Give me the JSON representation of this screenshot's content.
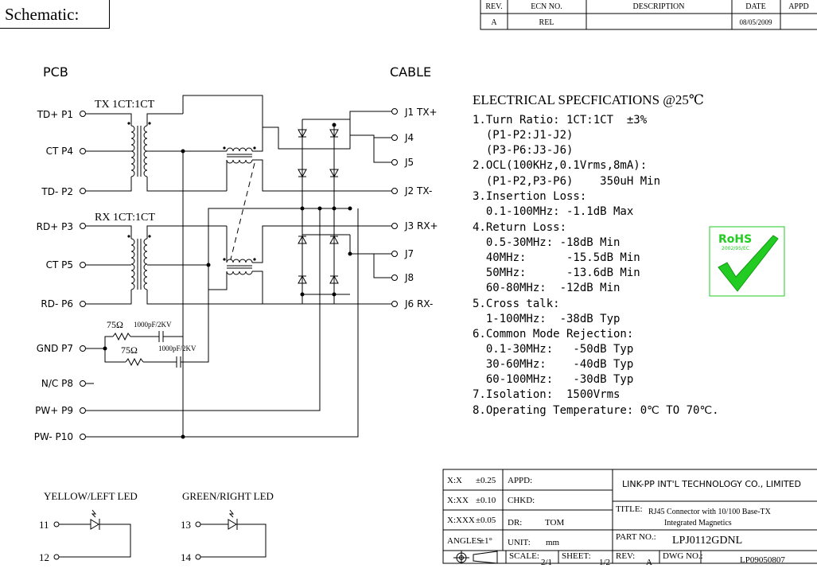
{
  "page_title": "Schematic:",
  "revision_table": {
    "headers": [
      "REV.",
      "ECN NO.",
      "DESCRIPTION",
      "DATE",
      "APPD"
    ],
    "rows": [
      [
        "A",
        "REL",
        "",
        "08/05/2009",
        ""
      ]
    ]
  },
  "schematic": {
    "side_left": "PCB",
    "side_right": "CABLE",
    "tx_label": "TX 1CT:1CT",
    "rx_label": "RX 1CT:1CT",
    "left_pins": [
      "TD+ P1",
      "CT P4",
      "TD- P2",
      "RD+ P3",
      "CT P5",
      "RD- P6",
      "GND P7",
      "N/C P8",
      "PW+ P9",
      "PW- P10"
    ],
    "right_pins": [
      "J1 TX+",
      "J4",
      "J5",
      "J2 TX-",
      "J3 RX+",
      "J7",
      "J8",
      "J6 RX-"
    ],
    "resistor_1": "75Ω",
    "cap_1": "1000pF/2KV",
    "resistor_2": "75Ω",
    "cap_2": "1000pF/2KV"
  },
  "leds": {
    "yellow": {
      "title": "YELLOW/LEFT LED",
      "pin_a": "11",
      "pin_b": "12"
    },
    "green": {
      "title": "GREEN/RIGHT LED",
      "pin_a": "13",
      "pin_b": "14"
    }
  },
  "specs": {
    "heading": "ELECTRICAL SPECFICATIONS @25℃",
    "lines": [
      "1.Turn Ratio: 1CT:1CT  ±3%",
      "  (P1-P2:J1-J2)",
      "  (P3-P6:J3-J6)",
      "2.OCL(100KHz,0.1Vrms,8mA):",
      "  (P1-P2,P3-P6)    350uH Min",
      "3.Insertion Loss:",
      "  0.1-100MHz: -1.1dB Max",
      "4.Return Loss:",
      "  0.5-30MHz: -18dB Min",
      "  40MHz:      -15.5dB Min",
      "  50MHz:      -13.6dB Min",
      "  60-80MHz:  -12dB Min",
      "5.Cross talk:",
      "  1-100MHz:  -38dB Typ",
      "6.Common Mode Rejection:",
      "  0.1-30MHz:   -50dB Typ",
      "  30-60MHz:    -40dB Typ",
      "  60-100MHz:   -30dB Typ",
      "7.Isolation:  1500Vrms",
      "8.Operating Temperature: 0℃ TO 70℃."
    ]
  },
  "rohs": {
    "title": "RoHS",
    "subtitle": "2002/95/EC",
    "accent": "#22cc22"
  },
  "title_block": {
    "tolerances": [
      {
        "label": "X:X",
        "value": "±0.25"
      },
      {
        "label": "X:XX",
        "value": "±0.10"
      },
      {
        "label": "X:XXX",
        "value": "±0.05"
      },
      {
        "label": "ANGLES",
        "value": "±1°"
      }
    ],
    "appd": "APPD:",
    "chkd": "CHKD:",
    "dr_label": "DR:",
    "dr_value": "TOM",
    "unit_label": "UNIT:",
    "unit_value": "mm",
    "company": "LINK-PP INT'L TECHNOLOGY CO., LIMITED",
    "title_label": "TITLE:",
    "title_line1": "RJ45 Connector with 10/100 Base-TX",
    "title_line2": "Integrated Magnetics",
    "part_label": "PART NO.:",
    "part_value": "LPJ0112GDNL",
    "scale_label": "SCALE:",
    "scale_value": "2/1",
    "sheet_label": "SHEET:",
    "sheet_value": "1/2",
    "rev_label": "REV:",
    "rev_value": "A",
    "dwg_label": "DWG NO.:",
    "dwg_value": "LP09050807"
  }
}
